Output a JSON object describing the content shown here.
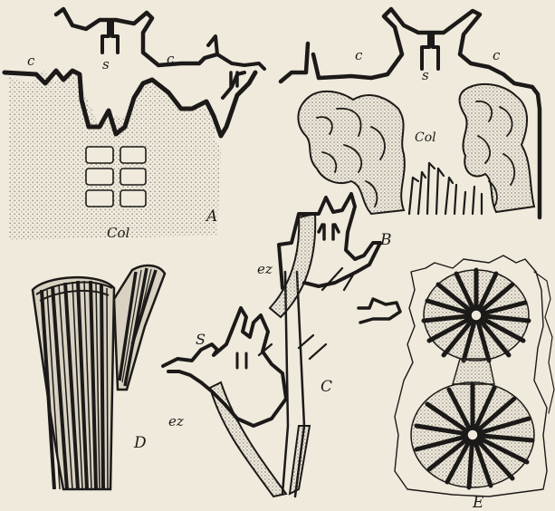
{
  "colors": {
    "paper": "#efeadc",
    "ink": "#1c1a18",
    "stipple": "#9c968b",
    "coenosteum": "#d9d2c2"
  },
  "labels": {
    "A": "A",
    "B": "B",
    "C": "C",
    "D": "D",
    "E": "E",
    "c_A_left": "c",
    "c_A_mid": "c",
    "c_B_left": "c",
    "c_B_right": "c",
    "s_A": "s",
    "s_B": "s",
    "S_C": "S",
    "col_A": "Col",
    "col_B": "Col",
    "ez_top": "ez",
    "ez_bottom": "ez"
  }
}
